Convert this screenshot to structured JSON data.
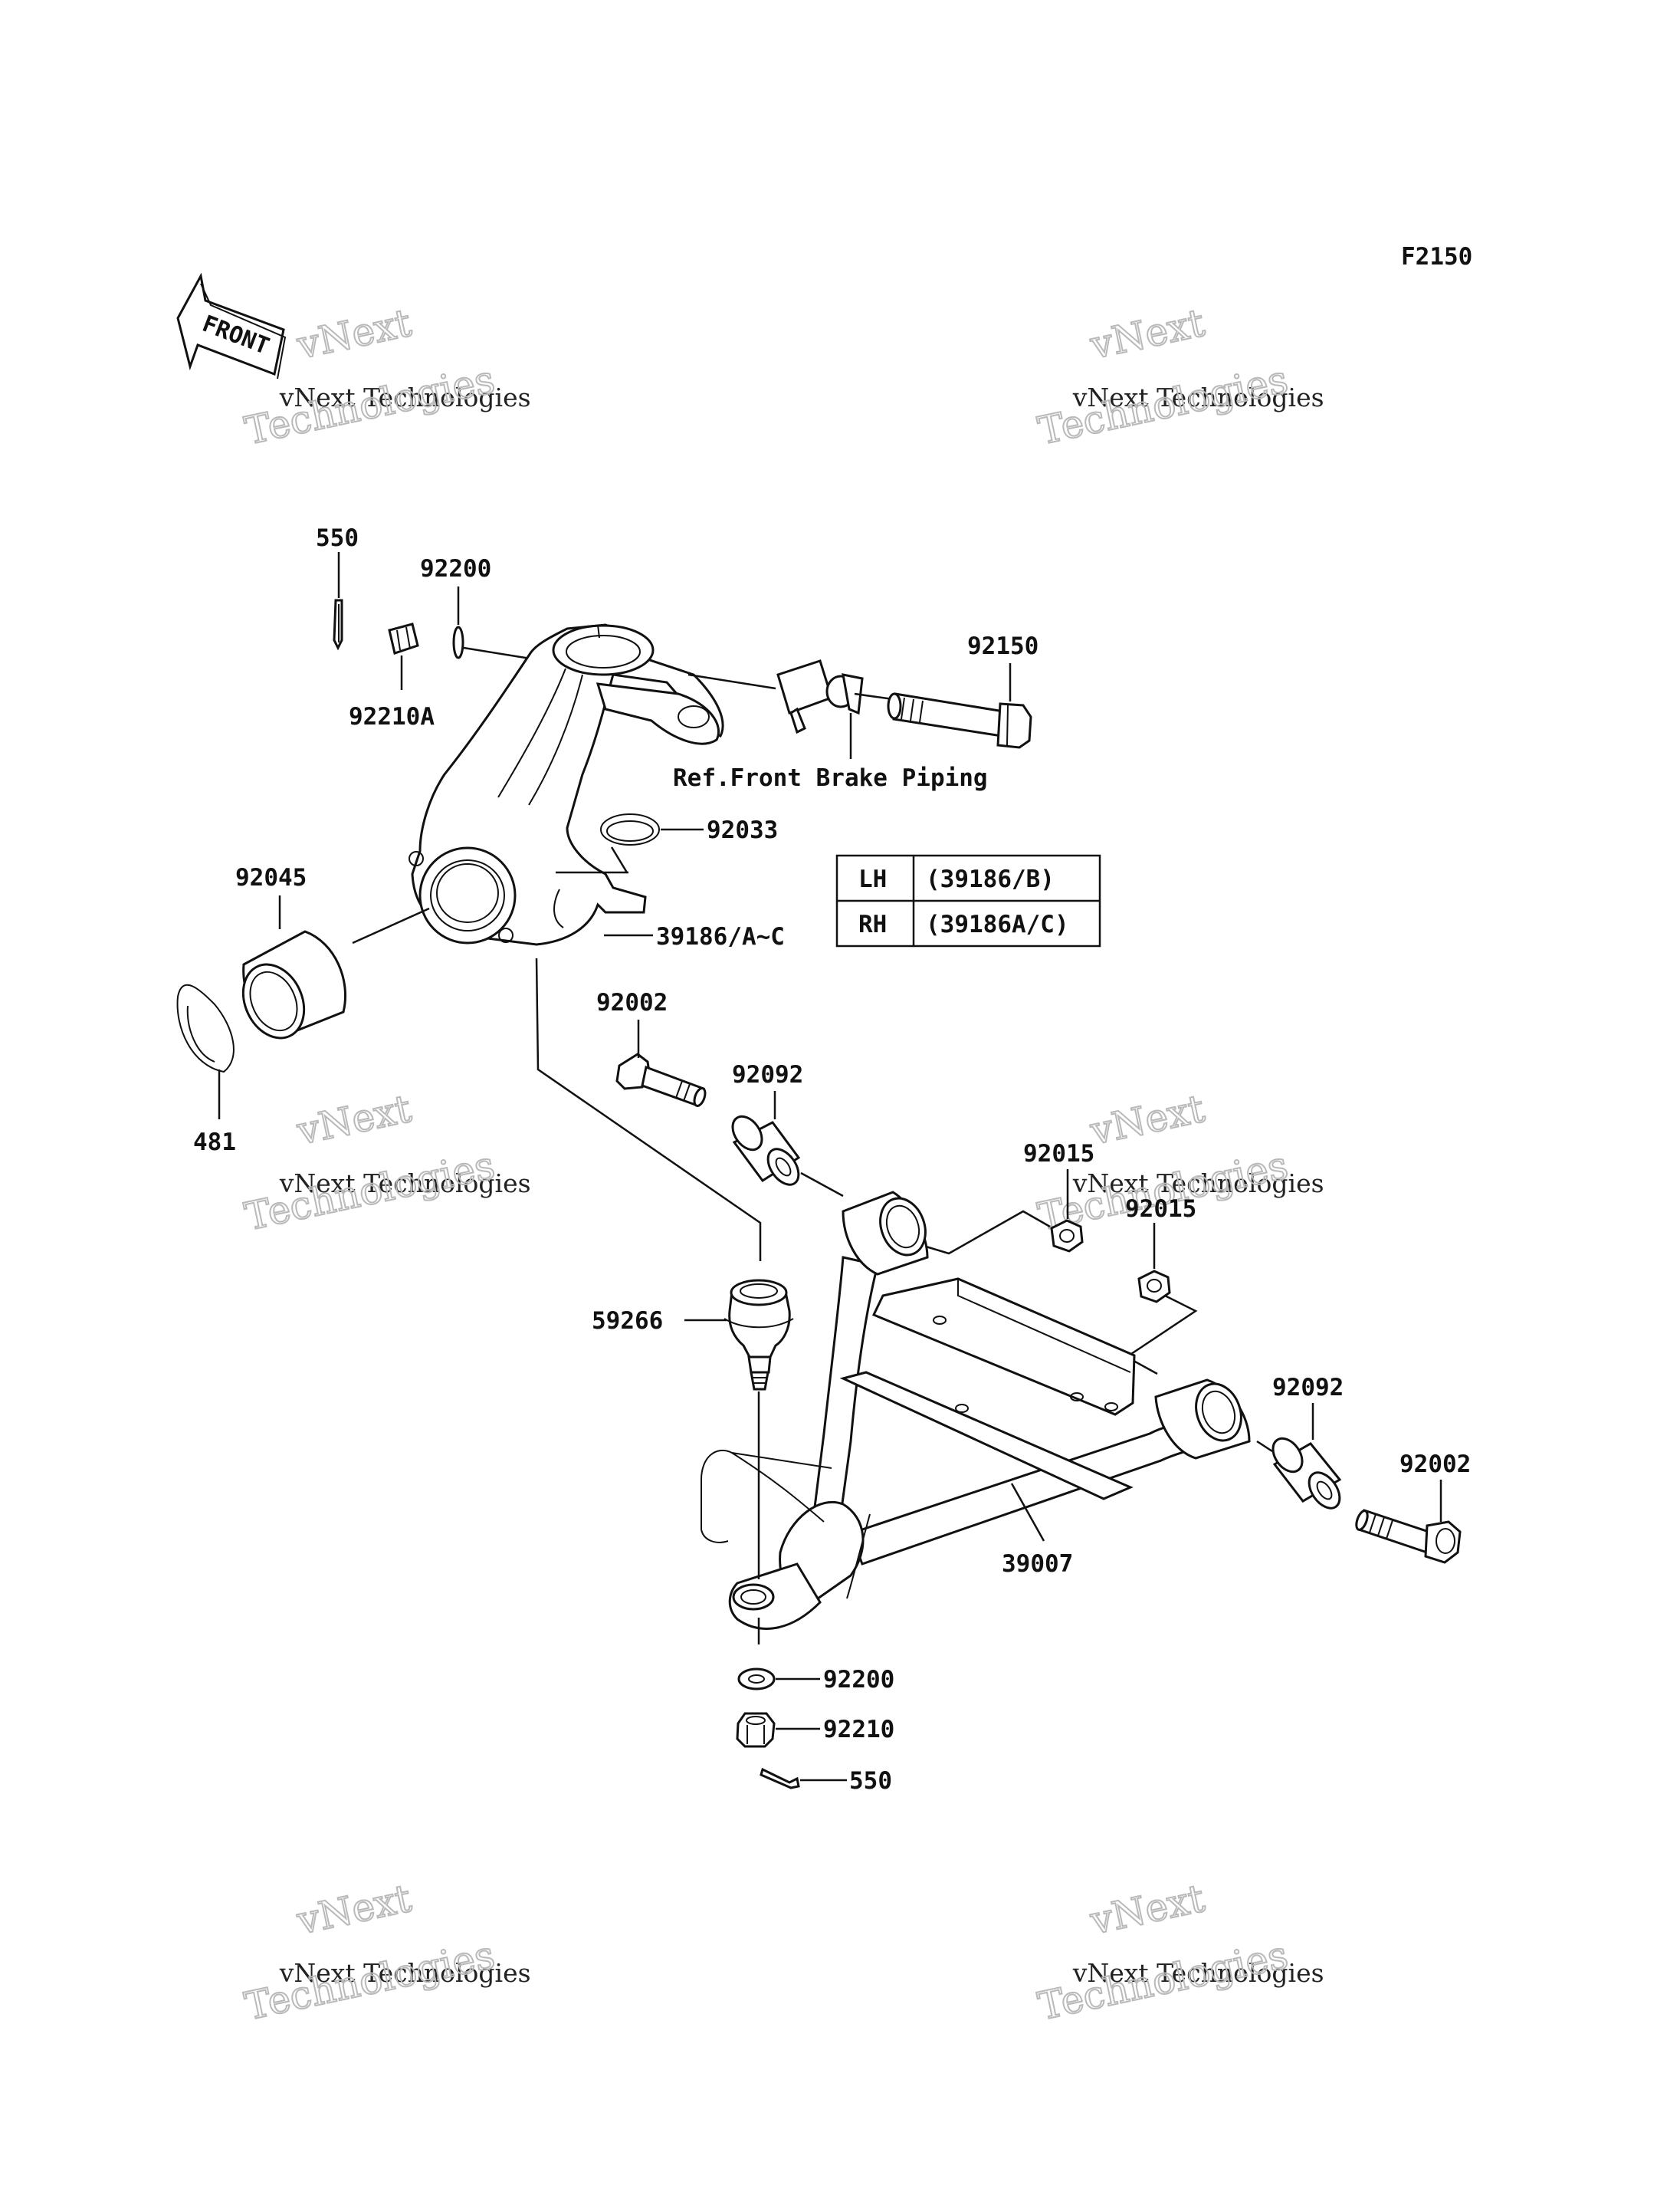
{
  "figure_code": "F2150",
  "front_arrow": {
    "text": "FRONT"
  },
  "watermark": {
    "line1": "vNext",
    "line2": "vNext Technologies",
    "line3": "Technologies"
  },
  "reference_note": "Ref.Front Brake Piping",
  "variant_table": {
    "rows": [
      {
        "side": "LH",
        "code": "(39186/B)"
      },
      {
        "side": "RH",
        "code": "(39186A/C)"
      }
    ]
  },
  "parts": {
    "p550_top": "550",
    "p92200_top": "92200",
    "p92210A": "92210A",
    "p92150": "92150",
    "p92033": "92033",
    "p92045": "92045",
    "p39186": "39186/A~C",
    "p481": "481",
    "p92002_left": "92002",
    "p92092_left": "92092",
    "p92015_a": "92015",
    "p92015_b": "92015",
    "p59266": "59266",
    "p92092_right": "92092",
    "p92002_right": "92002",
    "p39007": "39007",
    "p92200_bottom": "92200",
    "p92210": "92210",
    "p550_bottom": "550"
  }
}
